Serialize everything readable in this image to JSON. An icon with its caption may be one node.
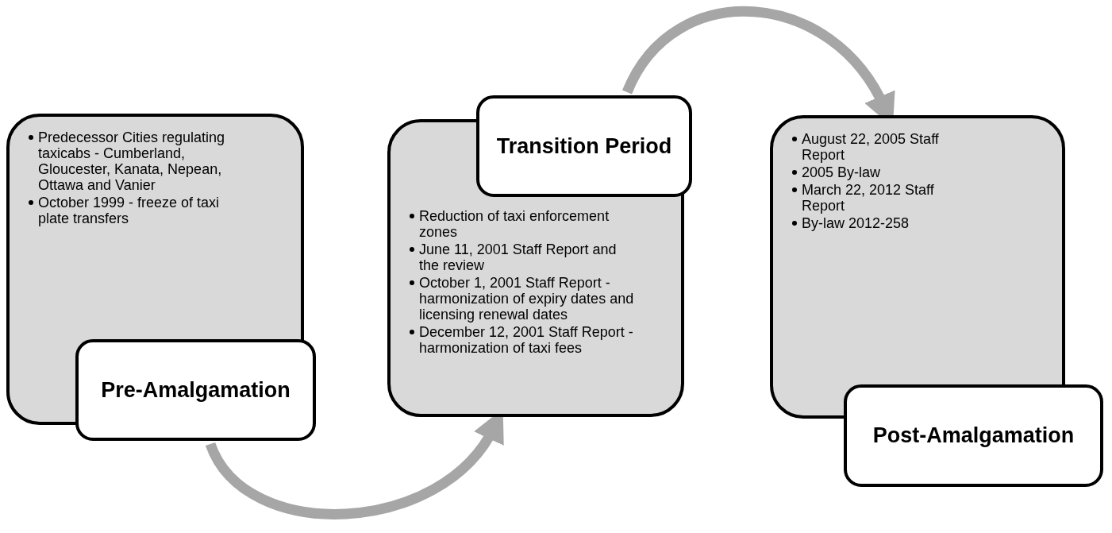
{
  "diagram": {
    "nodes": [
      {
        "text": [
          "Predecessor Cities regulating taxicabs - Cumberland, Gloucester, Kanata, Nepean, Ottawa and Vanier",
          "October 1999 - freeze of taxi plate transfers",
          "Pre-Amalgamation"
        ]
      },
      {
        "text": [
          "Transition Period",
          "Reduction of taxi enforcement zones",
          "June 11, 2001 Staff Report and the review",
          "October 1, 2001 Staff Report - harmonization of expiry dates and licensing renewal dates",
          "December 12, 2001 Staff Report - harmonization of taxi fees"
        ]
      },
      {
        "text": [
          "August 22, 2005 Staff Report",
          "2005 By-law",
          "March 22, 2012 Staff Report",
          "By-law 2012-258",
          "Post-Amalgamation"
        ]
      }
    ],
    "edges": [
      {
        "from": 0,
        "to": 1,
        "arrow": "to"
      },
      {
        "from": 1,
        "to": 2,
        "arrow": "to"
      }
    ]
  }
}
